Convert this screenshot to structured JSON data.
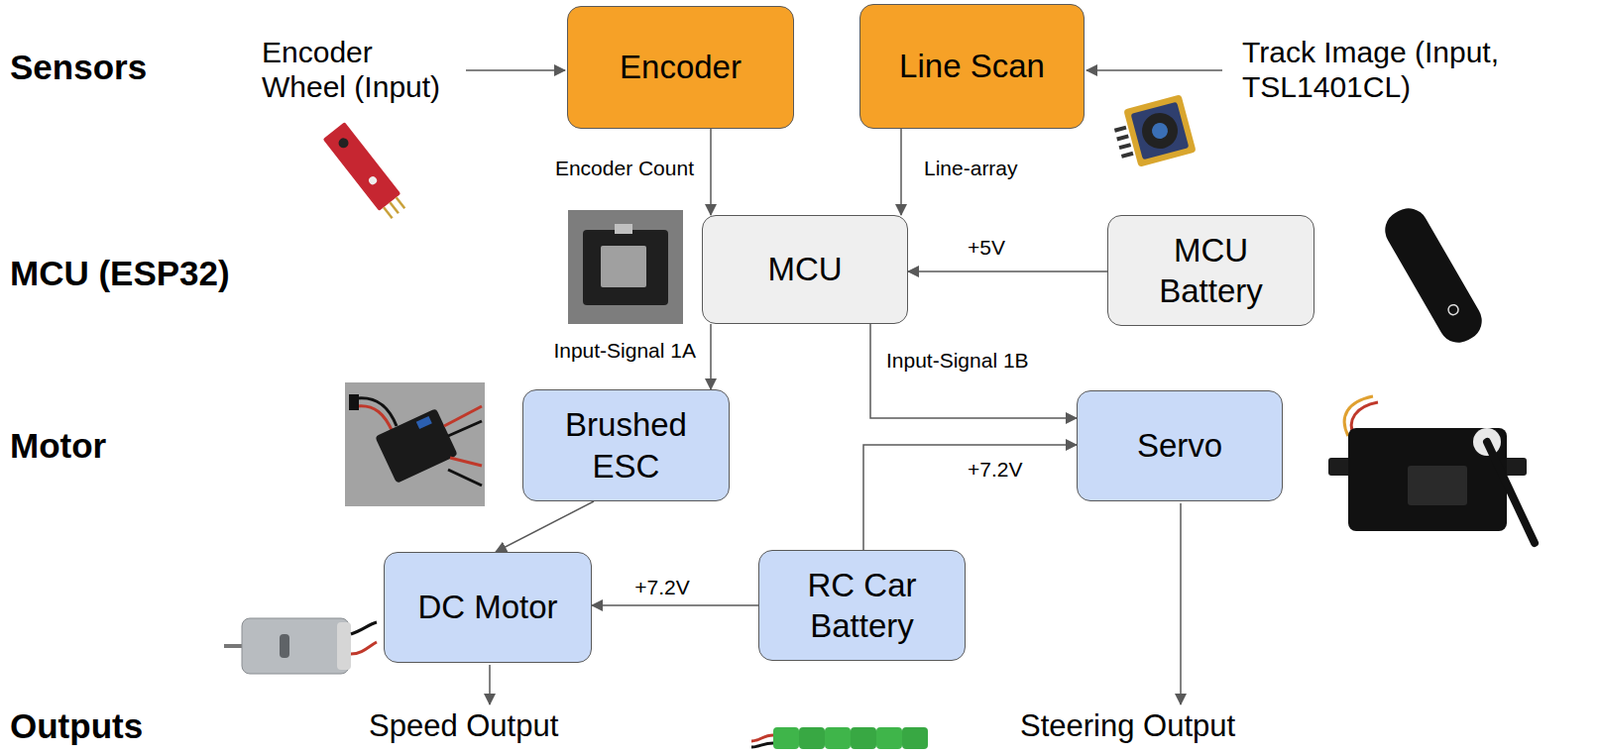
{
  "diagram": {
    "nodes": [
      {
        "text": [
          "Encoder"
        ]
      },
      {
        "text": [
          "Line Scan"
        ]
      },
      {
        "text": [
          "MCU"
        ]
      },
      {
        "text": [
          "MCU Battery"
        ]
      },
      {
        "text": [
          "Brushed ESC"
        ]
      },
      {
        "text": [
          "Servo"
        ]
      },
      {
        "text": [
          "DC Motor"
        ]
      },
      {
        "text": [
          "RC Car Battery"
        ]
      }
    ],
    "edges": [
      {
        "from": 0,
        "to": 2,
        "label": "Encoder Count",
        "arrow": "to"
      },
      {
        "from": 1,
        "to": 2,
        "label": "Line-array",
        "arrow": "to"
      },
      {
        "from": 3,
        "to": 2,
        "label": "+5V",
        "arrow": "to"
      },
      {
        "from": 2,
        "to": 4,
        "label": "Input-Signal 1A",
        "arrow": "to"
      },
      {
        "from": 2,
        "to": 5,
        "label": "Input-Signal 1B",
        "arrow": "to"
      },
      {
        "from": 7,
        "to": 5,
        "label": "+7.2V",
        "arrow": "to"
      },
      {
        "from": 4,
        "to": 6,
        "arrow": "to"
      },
      {
        "from": 7,
        "to": 6,
        "label": "+7.2V",
        "arrow": "to"
      }
    ],
    "labels": [
      "Sensors",
      "Encoder Wheel (Input)",
      "Track Image (Input, TSL1401CL)",
      "MCU (ESP32)",
      "Motor",
      "Outputs",
      "Speed Output",
      "Steering Output"
    ]
  }
}
